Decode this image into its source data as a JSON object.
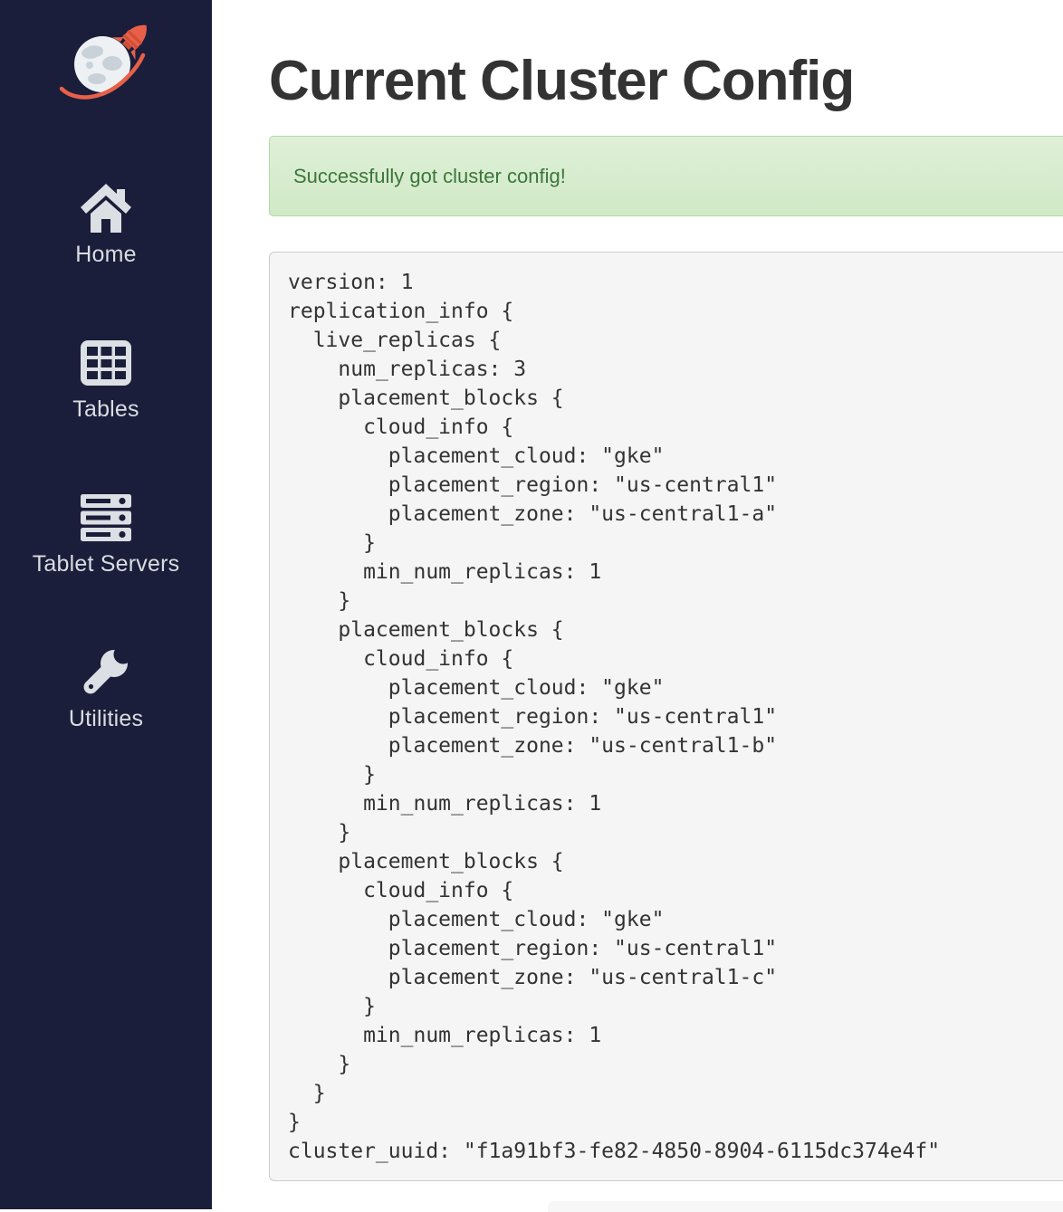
{
  "theme": {
    "sidebar_bg": "#1a1e3a",
    "sidebar_text": "#dadce1",
    "icon_color": "#dcdfe3",
    "logo_accent": "#e8604a",
    "title_text": "#333333",
    "alert_bg": "#dff0d8",
    "alert_border": "#b2dba1",
    "alert_text": "#3c763d",
    "code_bg": "#f5f5f5",
    "code_border": "#cccccc",
    "code_text": "#333333"
  },
  "sidebar": {
    "logo": "globe-rocket-logo",
    "items": [
      {
        "label": "Home",
        "icon": "home-icon"
      },
      {
        "label": "Tables",
        "icon": "table-grid-icon"
      },
      {
        "label": "Tablet Servers",
        "icon": "server-stack-icon"
      },
      {
        "label": "Utilities",
        "icon": "wrench-icon"
      }
    ]
  },
  "main": {
    "title": "Current Cluster Config",
    "alert": {
      "type": "success",
      "message": "Successfully got cluster config!"
    },
    "cluster_config": {
      "version": 1,
      "num_replicas": 3,
      "min_num_replicas": 1,
      "placement_cloud": "gke",
      "placement_region": "us-central1",
      "placement_zones": [
        "us-central1-a",
        "us-central1-b",
        "us-central1-c"
      ],
      "cluster_uuid": "f1a91bf3-fe82-4850-8904-6115dc374e4f",
      "text": "version: 1\nreplication_info {\n  live_replicas {\n    num_replicas: 3\n    placement_blocks {\n      cloud_info {\n        placement_cloud: \"gke\"\n        placement_region: \"us-central1\"\n        placement_zone: \"us-central1-a\"\n      }\n      min_num_replicas: 1\n    }\n    placement_blocks {\n      cloud_info {\n        placement_cloud: \"gke\"\n        placement_region: \"us-central1\"\n        placement_zone: \"us-central1-b\"\n      }\n      min_num_replicas: 1\n    }\n    placement_blocks {\n      cloud_info {\n        placement_cloud: \"gke\"\n        placement_region: \"us-central1\"\n        placement_zone: \"us-central1-c\"\n      }\n      min_num_replicas: 1\n    }\n  }\n}\ncluster_uuid: \"f1a91bf3-fe82-4850-8904-6115dc374e4f\""
    }
  }
}
